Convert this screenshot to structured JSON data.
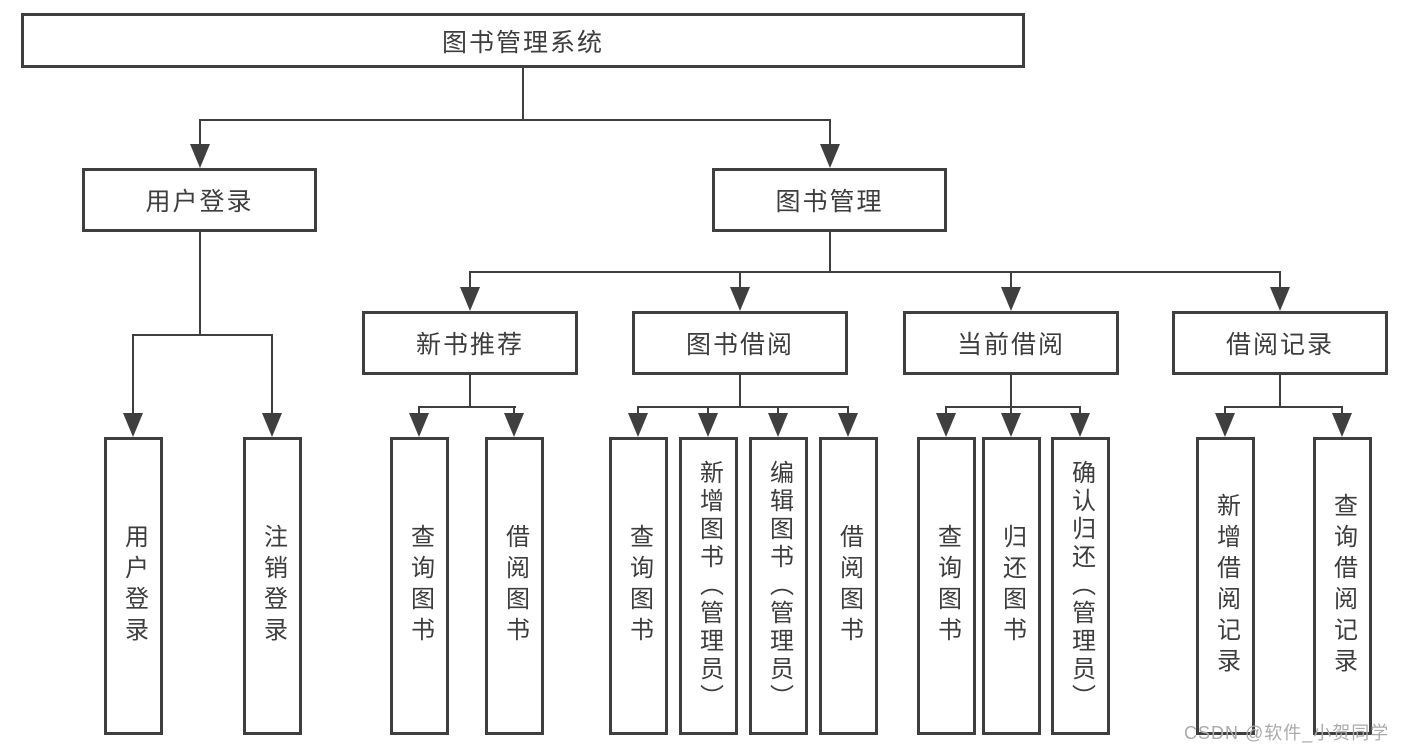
{
  "diagram": {
    "title": "图书管理系统",
    "branches": {
      "user_login": {
        "label": "用户登录",
        "children": {
          "login": "用户登录",
          "logout": "注销登录"
        }
      },
      "book_mgmt": {
        "label": "图书管理",
        "sections": {
          "new_books": {
            "label": "新书推荐",
            "children": {
              "query": "查询图书",
              "borrow": "借阅图书"
            }
          },
          "book_borrow": {
            "label": "图书借阅",
            "children": {
              "query": "查询图书",
              "add": "新增图书（管理员）",
              "edit": "编辑图书（管理员）",
              "borrow": "借阅图书"
            }
          },
          "current_borrow": {
            "label": "当前借阅",
            "children": {
              "query": "查询图书",
              "return": "归还图书",
              "confirm": "确认归还（管理员）"
            }
          },
          "borrow_records": {
            "label": "借阅记录",
            "children": {
              "add": "新增借阅记录",
              "query": "查询借阅记录"
            }
          }
        }
      }
    }
  },
  "watermark": {
    "text": "CSDN @软件_小贺同学"
  }
}
